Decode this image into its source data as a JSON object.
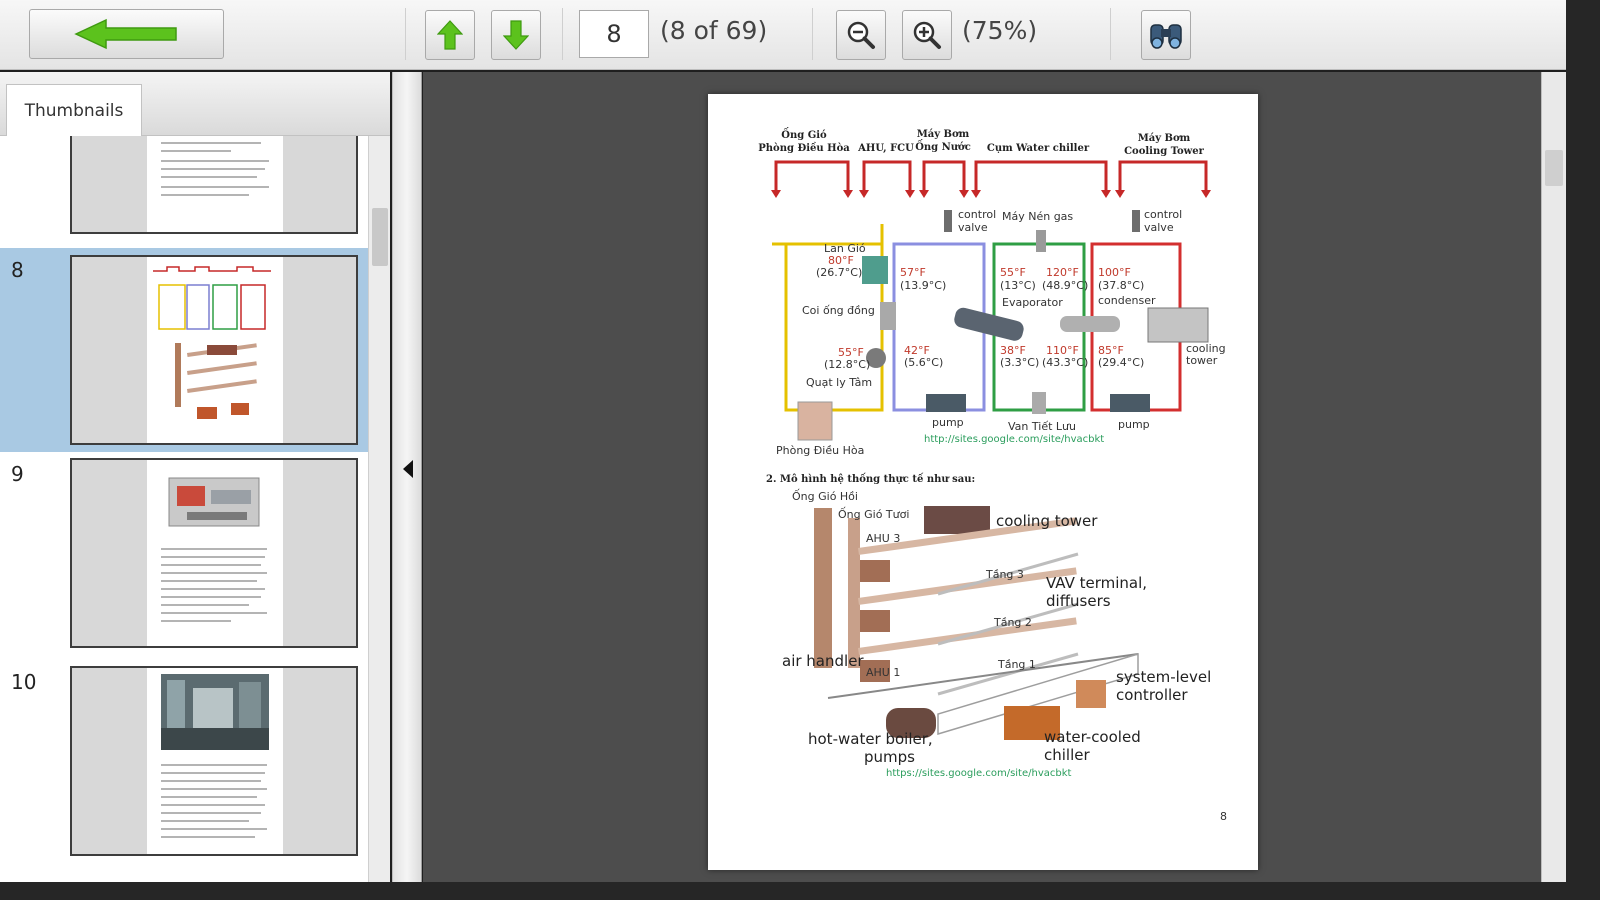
{
  "toolbar": {
    "back_icon": "green-left-arrow-icon",
    "prev_icon": "green-up-arrow-icon",
    "next_icon": "green-down-arrow-icon",
    "page_value": "8",
    "page_status": "(8 of 69)",
    "zoom_out_icon": "zoom-out-icon",
    "zoom_in_icon": "zoom-in-icon",
    "zoom_level": "(75%)",
    "find_icon": "binoculars-icon",
    "accent_green": "#5cc21d"
  },
  "sidebar": {
    "tab_label": "Thumbnails",
    "selected_color": "#a9c9e3",
    "thumbnails": [
      {
        "number": "",
        "kind": "text"
      },
      {
        "number": "8",
        "kind": "diagram",
        "selected": true
      },
      {
        "number": "9",
        "kind": "machine"
      },
      {
        "number": "10",
        "kind": "photo"
      }
    ]
  },
  "document": {
    "header_labels": {
      "ong_gio": "Ống Gió",
      "phong_dieu_hoa": "Phòng Điều Hòa",
      "ahu_fcu": "AHU, FCU",
      "may_bom_1": "Máy Bơm",
      "ong_nuoc": "Ống Nước",
      "cum_water_chiller": "Cụm Water chiller",
      "may_bom_2": "Máy Bơm",
      "cooling_tower_hdr": "Cooling Tower"
    },
    "diagram_labels": {
      "control_valve_1": "control",
      "control_valve_1b": "valve",
      "may_nen_gas": "Máy Nén gas",
      "control_valve_2": "control",
      "control_valve_2b": "valve",
      "lan_gio": "Lan Gió",
      "t1": "80°F",
      "t1c": "(26.7°C)",
      "t2": "57°F",
      "t2c": "(13.9°C)",
      "t3": "55°F",
      "t3c": "(13°C)",
      "t4": "120°F",
      "t4c": "(48.9°C)",
      "t5": "100°F",
      "t5c": "(37.8°C)",
      "condenser": "condenser",
      "evaporator": "Evaporator",
      "coi_ong_dong": "Coi ống đồng",
      "t6": "55°F",
      "t6c": "(12.8°C)",
      "t7": "42°F",
      "t7c": "(5.6°C)",
      "t8": "38°F",
      "t8c": "(3.3°C)",
      "t9": "110°F",
      "t9c": "(43.3°C)",
      "t10": "85°F",
      "t10c": "(29.4°C)",
      "quat_ly_tam": "Quạt ly Tâm",
      "cooling": "cooling",
      "tower": "tower",
      "pump_1": "pump",
      "van_tiet_luu": "Van Tiết Lưu",
      "pump_2": "pump",
      "phong_dieu_hoa_2": "Phòng Điều Hòa",
      "url_1": "http://sites.google.com/site/hvacbkt"
    },
    "section_heading": "2. Mô hình hệ thống thực tế như sau:",
    "iso_labels": {
      "ong_gio_hoi": "Ống Gió Hồi",
      "ong_gio_tuoi": "Ống Gió Tươi",
      "cooling_tower": "cooling tower",
      "ahu3": "AHU 3",
      "tang3": "Tầng 3",
      "vav": "VAV terminal,",
      "diffusers": "diffusers",
      "tang2": "Tầng 2",
      "air_handler": "air handler",
      "tang1": "Tầng 1",
      "ahu1": "AHU 1",
      "system_level": "system-level",
      "controller": "controller",
      "hot_water": "hot-water boiler,",
      "pumps": "pumps",
      "water_cooled": "water-cooled",
      "chiller": "chiller",
      "url_2": "https://sites.google.com/site/hvacbkt"
    },
    "page_number": "8"
  }
}
